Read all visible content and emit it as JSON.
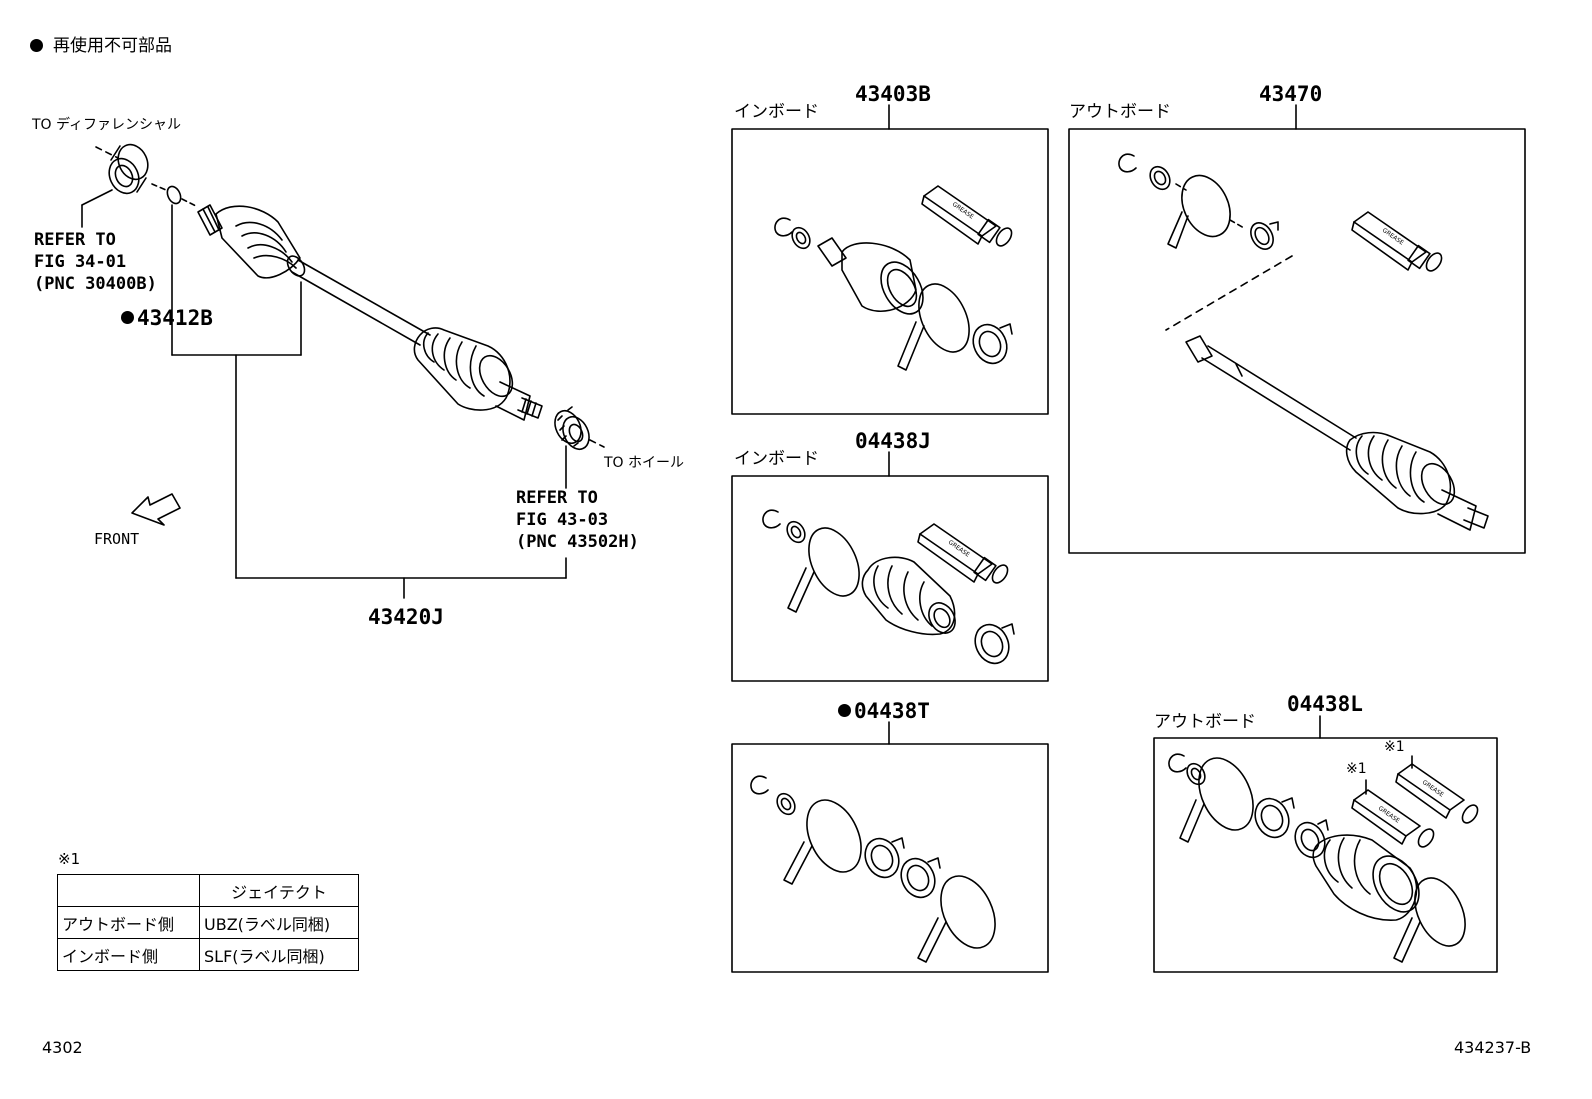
{
  "legend": {
    "symbol": "●",
    "text": "再使用不可部品"
  },
  "labels": {
    "to_differential": "TO ディファレンシャル",
    "to_wheel": "TO ホイール",
    "front": "FRONT",
    "refer_left": "REFER TO\nFIG 34-01\n(PNC 30400B)",
    "refer_right": "REFER TO\nFIG 43-03\n(PNC 43502H)",
    "inboard_1": "インボード",
    "inboard_2": "インボード",
    "outboard_1": "アウトボード",
    "outboard_2": "アウトボード",
    "note_mark_a": "※1",
    "note_mark_b": "※1"
  },
  "parts": {
    "p43412B": "43412B",
    "p43420J": "43420J",
    "p43403B": "43403B",
    "p04438J": "04438J",
    "p04438T": "04438T",
    "p43470": "43470",
    "p04438L": "04438L"
  },
  "grease_text": "GREASE",
  "note_table": {
    "mark": "※1",
    "header": [
      "",
      "ジェイテクト"
    ],
    "rows": [
      [
        "アウトボード側",
        "UBZ(ラベル同梱)"
      ],
      [
        "インボード側",
        "SLF(ラベル同梱)"
      ]
    ]
  },
  "footer": {
    "left": "4302",
    "right": "434237-B"
  }
}
